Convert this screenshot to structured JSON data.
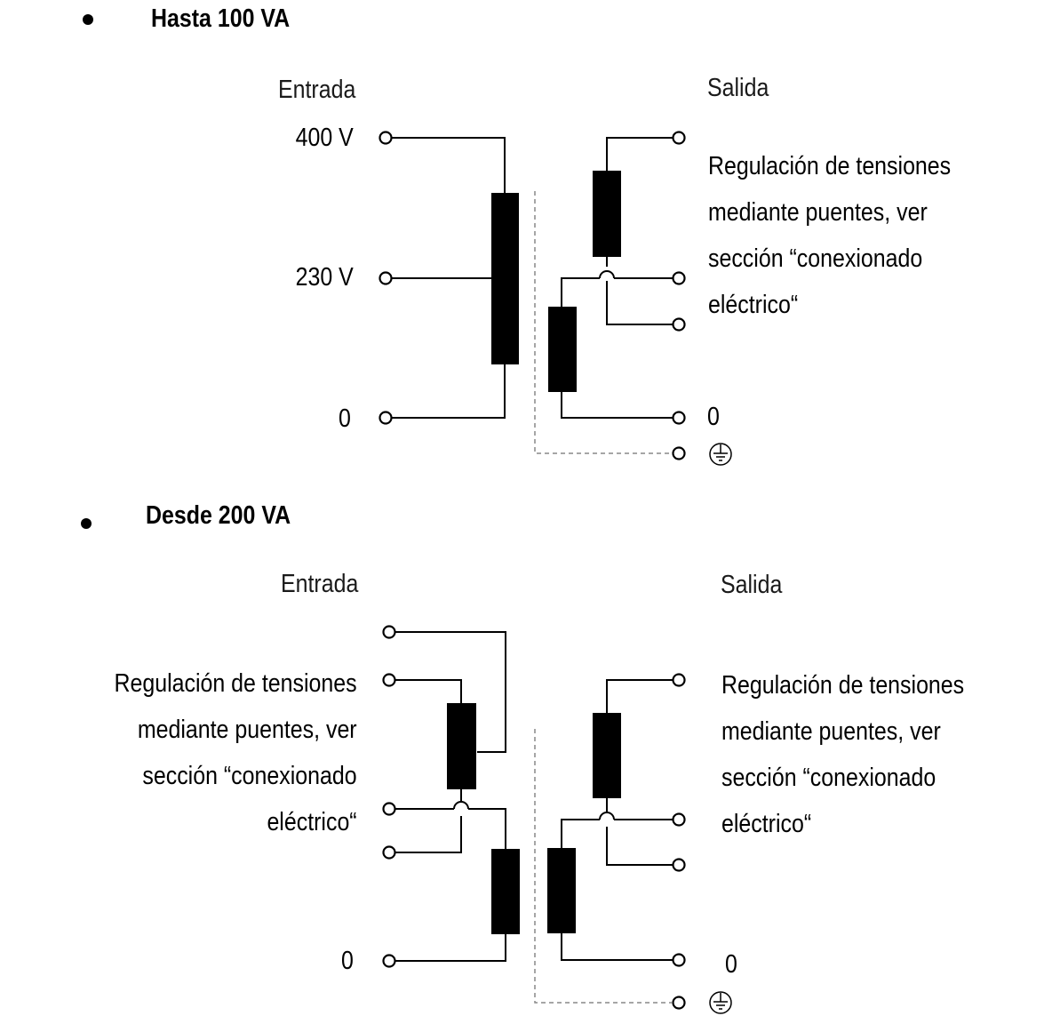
{
  "section_1": {
    "heading": "Hasta 100 VA",
    "input_label": "Entrada",
    "output_label": "Salida",
    "input_terminals": [
      "400 V",
      "230 V",
      "0"
    ],
    "output_zero": "0",
    "output_note": [
      "Regulación de tensiones",
      "mediante puentes, ver",
      "sección “conexionado",
      "eléctrico“"
    ],
    "earth_symbol": "earth-ground-icon"
  },
  "section_2": {
    "heading": "Desde 200 VA",
    "input_label": "Entrada",
    "output_label": "Salida",
    "input_zero": "0",
    "output_zero": "0",
    "input_note": [
      "Regulación de tensiones",
      "mediante puentes, ver",
      "sección “conexionado",
      "eléctrico“"
    ],
    "output_note": [
      "Regulación de tensiones",
      "mediante puentes, ver",
      "sección “conexionado",
      "eléctrico“"
    ],
    "earth_symbol": "earth-ground-icon"
  },
  "colors": {
    "line": "#000000",
    "winding": "#000000",
    "shield": "#888888",
    "background": "#ffffff"
  }
}
